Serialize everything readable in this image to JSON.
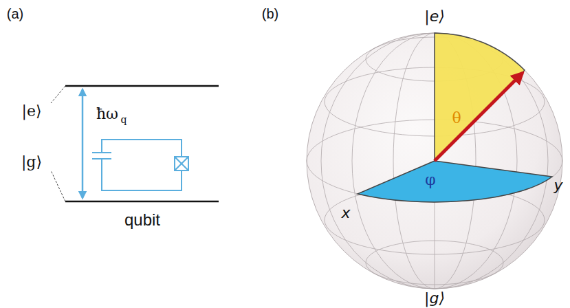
{
  "diagram": {
    "labels": [
      "(a)",
      "(b)",
      "|e⟩",
      "|g⟩",
      "ħω",
      "q",
      "qubit",
      "|e⟩",
      "|g⟩",
      "θ",
      "φ",
      "x",
      "y"
    ]
  }
}
